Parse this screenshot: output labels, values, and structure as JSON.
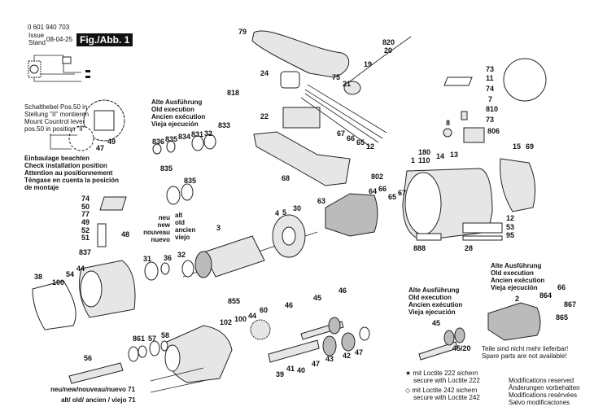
{
  "header": {
    "part_number": "0 601 940 703",
    "issue_label": "Issue",
    "stand_label": "Stand",
    "date": "08-04-25",
    "figure": "Fig./Abb. 1"
  },
  "notes": {
    "lever": [
      "Schalthebel Pos.50 in",
      "Stellung \"II\" montieren",
      "Mount Countrol lever",
      "pos.50 in position \"II\""
    ],
    "installation": [
      "Einbaulage beachten",
      "Check installation position",
      "Attention au positionnement",
      "Téngase en cuenta la posición",
      "de montaje"
    ],
    "old_execution": [
      "Alte Ausführung",
      "Old execution",
      "Ancien exécution",
      "Vieja ejecución"
    ],
    "new_variant": [
      "neu",
      "new",
      "nouveau",
      "nuevo"
    ],
    "old_variant": [
      "alt",
      "old",
      "ancien",
      "viejo"
    ],
    "not_available": [
      "Teile sind nicht mehr lieferbar!",
      "Spare parts are not available!"
    ],
    "loctite_222": [
      "mit Loctite 222 sichern",
      "secure with Loctite 222"
    ],
    "loctite_242": [
      "mit Loctite 242 sichern",
      "secure with Loctite 242"
    ],
    "modifications": [
      "Modifications reserved",
      "Änderungen vorbehalten",
      "Modifications resérvées",
      "Salvo modificaciones"
    ],
    "screw_new": "neu/new/nouveau/nuevo 71",
    "screw_old": "alt/ old/ ancien / viejo 71"
  },
  "part_labels": [
    "79",
    "820",
    "20",
    "19",
    "818",
    "24",
    "75",
    "21",
    "22",
    "67",
    "66",
    "65",
    "12",
    "68",
    "802",
    "73",
    "11",
    "74",
    "7",
    "810",
    "73",
    "8",
    "806",
    "180",
    "110",
    "14",
    "13",
    "1",
    "15",
    "69",
    "64",
    "66",
    "65",
    "67",
    "63",
    "30",
    "4",
    "5",
    "12",
    "53",
    "95",
    "888",
    "28",
    "835",
    "74",
    "50",
    "77",
    "49",
    "52",
    "51",
    "48",
    "3",
    "837",
    "38",
    "100",
    "54",
    "44",
    "31",
    "36",
    "32",
    "855",
    "102",
    "100",
    "44",
    "60",
    "46",
    "45",
    "46",
    "861",
    "57",
    "58",
    "56",
    "39",
    "41",
    "40",
    "47",
    "43",
    "42",
    "47",
    "49",
    "47",
    "836",
    "835",
    "834",
    "831",
    "32",
    "833",
    "835",
    "45",
    "45/20",
    "2",
    "864",
    "66",
    "867",
    "865"
  ]
}
